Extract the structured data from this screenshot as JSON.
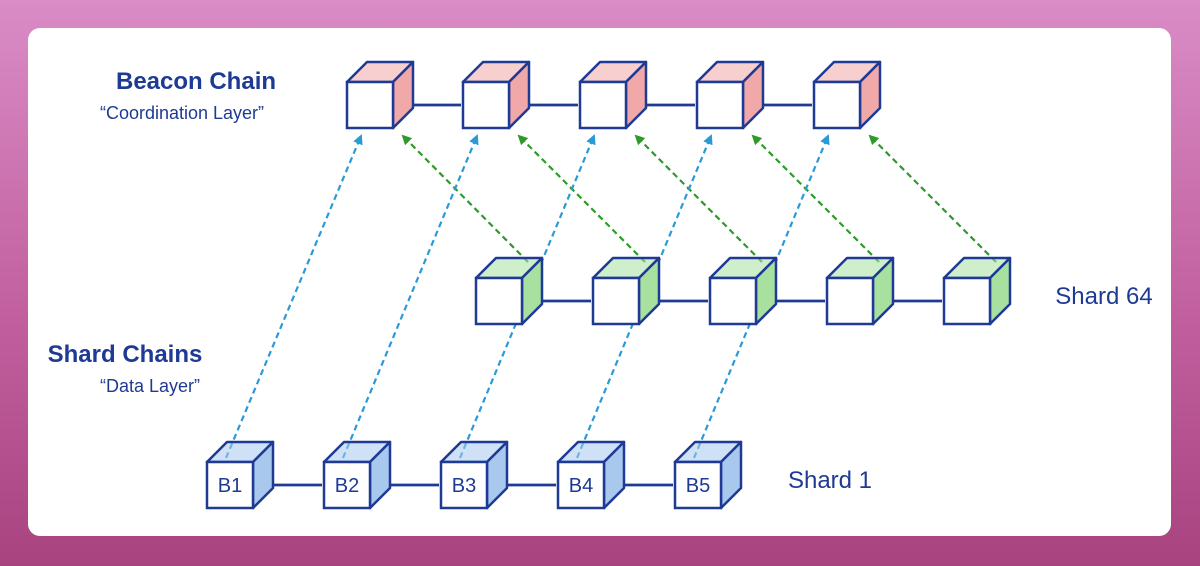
{
  "labels": {
    "beacon_title": "Beacon Chain",
    "beacon_subtitle": "“Coordination Layer”",
    "shard_chains_title": "Shard Chains",
    "shard_chains_subtitle": "“Data Layer”",
    "shard64": "Shard 64",
    "shard1": "Shard 1"
  },
  "shard1_blocks": [
    "B1",
    "B2",
    "B3",
    "B4",
    "B5"
  ],
  "colors": {
    "outline": "#1e3a94",
    "beacon_fill": "#f0a8a8",
    "shard64_fill": "#a8e0a0",
    "shard1_fill": "#a8c8ee",
    "link_blue": "#2a9ad6",
    "link_green": "#2e9a28"
  }
}
